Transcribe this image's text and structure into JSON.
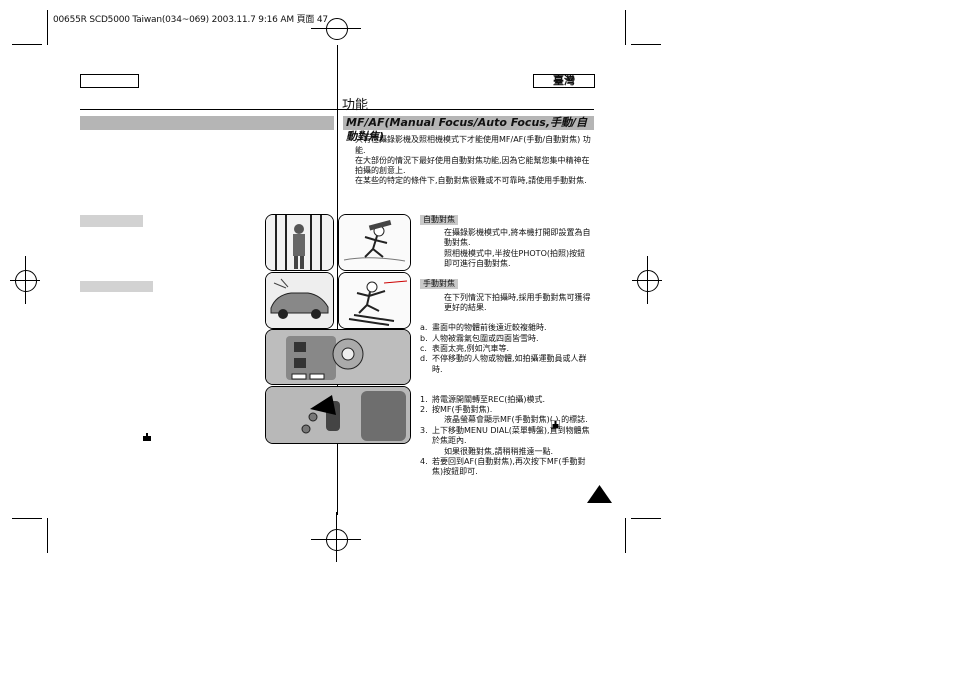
{
  "header": {
    "file_info": "00655R SCD5000 Taiwan(034~069)  2003.11.7  9:16 AM",
    "page_label": "頁面 47"
  },
  "lang_box_left": "",
  "lang_box_right": "臺灣",
  "page_heading": "功能",
  "section_title": "MF/AF(Manual Focus/Auto Focus,手動/自動對焦)",
  "intro": [
    "只有在攝錄影機及照相機模式下才能使用MF/AF(手動/自動對焦) 功",
    "能.",
    "在大部份的情況下最好使用自動對焦功能,因為它能幫您集中精神在",
    "拍攝的創意上.",
    "在某些的特定的條件下,自動對焦很難或不可靠時,請使用手動對焦."
  ],
  "auto_focus": {
    "label": "自動對焦",
    "lines": [
      "在攝錄影機模式中,將本機打開即設置為自",
      "動對焦.",
      "照相機模式中,半按住PHOTO(拍照)按鈕",
      "即可進行自動對焦."
    ]
  },
  "manual_focus": {
    "label": "手動對焦",
    "lines": [
      "在下列情況下拍攝時,採用手動對焦可獲得",
      "更好的結果."
    ]
  },
  "conditions": [
    {
      "marker": "a.",
      "text": "畫面中的物體前後遠近較複雜時."
    },
    {
      "marker": "b.",
      "text": "人物被霧氣包圍或四面皆雪時."
    },
    {
      "marker": "c.",
      "text": "表面太亮,例如汽車等."
    },
    {
      "marker": "d.",
      "text": "不停移動的人物或物體,如拍攝運動員或人群"
    },
    {
      "marker": "",
      "text": "時."
    }
  ],
  "steps": [
    {
      "marker": "1.",
      "text": "將電源開關轉至REC(拍攝)模式."
    },
    {
      "marker": "2.",
      "text": "按MF(手動對焦)."
    },
    {
      "marker": "",
      "text": "液晶螢幕會顯示MF(手動對焦)(    ) 的標誌."
    },
    {
      "marker": "3.",
      "text": "上下移動MENU DIAL(菜單轉盤),直到物體焦"
    },
    {
      "marker": "",
      "text": "於焦距內."
    },
    {
      "marker": "",
      "text": "如果很難對焦,請稍稍推遠一點."
    },
    {
      "marker": "4.",
      "text": "若要回到AF(自動對焦),再次按下MF(手動對"
    },
    {
      "marker": "",
      "text": "焦)按鈕即可."
    }
  ],
  "icons": {
    "mf_icon": "manual-focus-icon",
    "next_page": "triangle-up-icon"
  },
  "colors": {
    "title_bar": "#b5b5b5",
    "label_bg": "#c9c9c9"
  }
}
